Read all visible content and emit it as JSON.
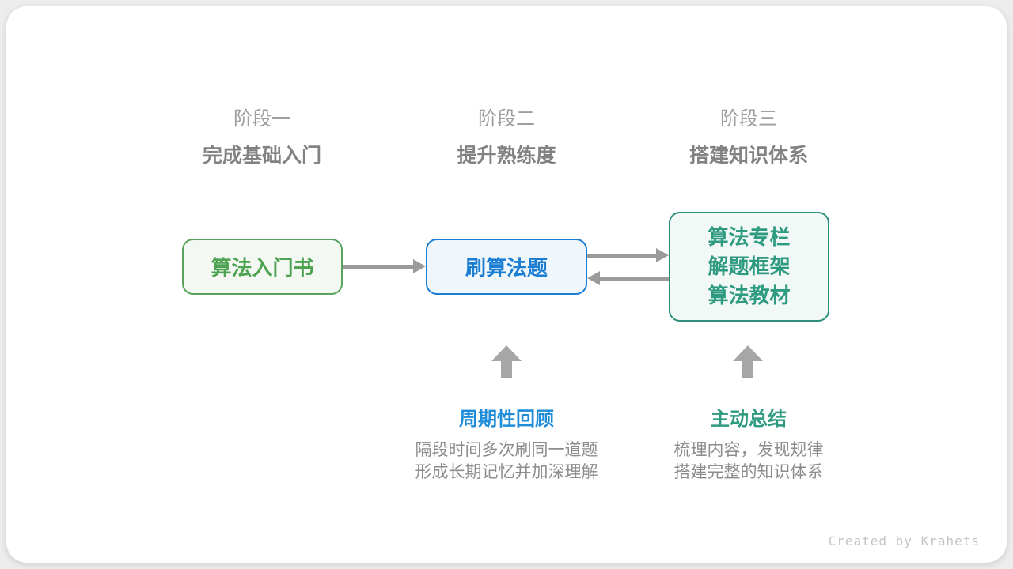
{
  "diagram": {
    "stages": [
      {
        "label": "阶段一",
        "subtitle": "完成基础入门"
      },
      {
        "label": "阶段二",
        "subtitle": "提升熟练度"
      },
      {
        "label": "阶段三",
        "subtitle": "搭建知识体系"
      }
    ],
    "nodes": [
      {
        "title": "算法入门书"
      },
      {
        "title": "刷算法题"
      },
      {
        "lines": [
          "算法专栏",
          "解题框架",
          "算法教材"
        ]
      }
    ],
    "flow": {
      "arrow_1": "box1-to-box2",
      "arrow_2": "box2-to-box3",
      "arrow_3": "box3-to-box2"
    },
    "callouts": [
      {
        "title": "周期性回顾",
        "desc_line1": "隔段时间多次刷同一道题",
        "desc_line2": "形成长期记忆并加深理解"
      },
      {
        "title": "主动总结",
        "desc_line1": "梳理内容，发现规律",
        "desc_line2": "搭建完整的知识体系"
      }
    ],
    "footer": "Created by Krahets",
    "colors": {
      "green_border": "#5ba25e",
      "green_text": "#4ea353",
      "green_bg": "#f3f9f2",
      "blue_border": "#1b7ed2",
      "blue_text": "#1b7ed2",
      "blue_bg": "#eff6fc",
      "blue_callout": "#1e8cd8",
      "teal_border": "#2f8f7c",
      "teal_text": "#2e9a80",
      "teal_bg": "#f1f8f5",
      "arrow_gray": "#9b9b9b",
      "up_arrow_gray": "#a6a6a6",
      "stage_label_gray": "#9e9e9e",
      "stage_subtitle_gray": "#828282",
      "desc_gray": "#8c8c8c",
      "credit_gray": "#c4c4c4",
      "card_bg": "#ffffff",
      "page_bg": "#ededed"
    }
  }
}
